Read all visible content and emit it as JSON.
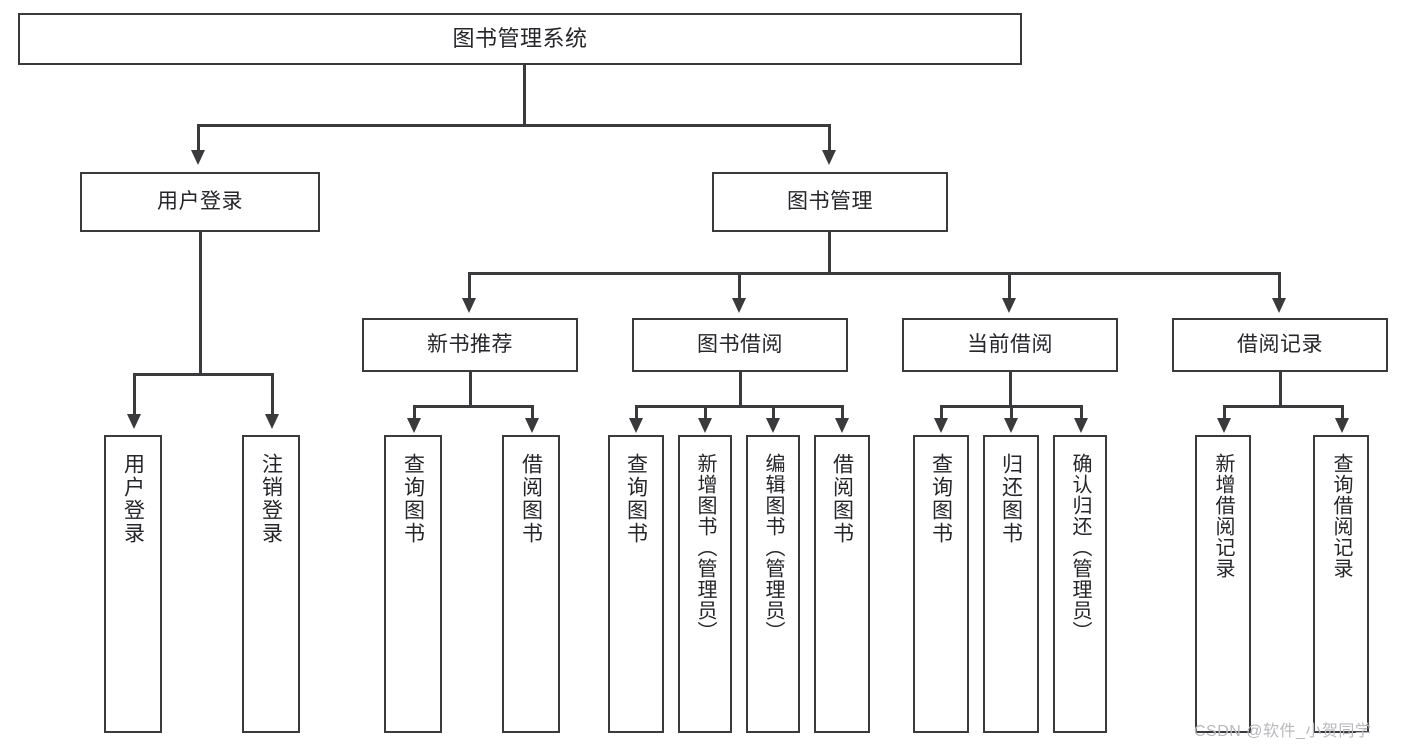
{
  "diagram": {
    "title": "图书管理系统",
    "root": {
      "label": "图书管理系统"
    },
    "level2": [
      {
        "label": "用户登录"
      },
      {
        "label": "图书管理"
      }
    ],
    "level3": [
      {
        "label": "新书推荐"
      },
      {
        "label": "图书借阅"
      },
      {
        "label": "当前借阅"
      },
      {
        "label": "借阅记录"
      }
    ],
    "leaves": [
      {
        "label": "用户登录",
        "parent": "用户登录"
      },
      {
        "label": "注销登录",
        "parent": "用户登录"
      },
      {
        "label": "查询图书",
        "parent": "新书推荐"
      },
      {
        "label": "借阅图书",
        "parent": "新书推荐"
      },
      {
        "label": "查询图书",
        "parent": "图书借阅"
      },
      {
        "label": "新增图书（管理员）",
        "parent": "图书借阅"
      },
      {
        "label": "编辑图书（管理员）",
        "parent": "图书借阅"
      },
      {
        "label": "借阅图书",
        "parent": "图书借阅"
      },
      {
        "label": "查询图书",
        "parent": "当前借阅"
      },
      {
        "label": "归还图书",
        "parent": "当前借阅"
      },
      {
        "label": "确认归还（管理员）",
        "parent": "当前借阅"
      },
      {
        "label": "新增借阅记录",
        "parent": "借阅记录"
      },
      {
        "label": "查询借阅记录",
        "parent": "借阅记录"
      }
    ]
  },
  "watermark": {
    "text": "CSDN @软件_小贺同学"
  },
  "colors": {
    "stroke": "#3a3a3c",
    "text": "#26262a",
    "background": "#ffffff",
    "watermark": "#b9b9bd"
  }
}
